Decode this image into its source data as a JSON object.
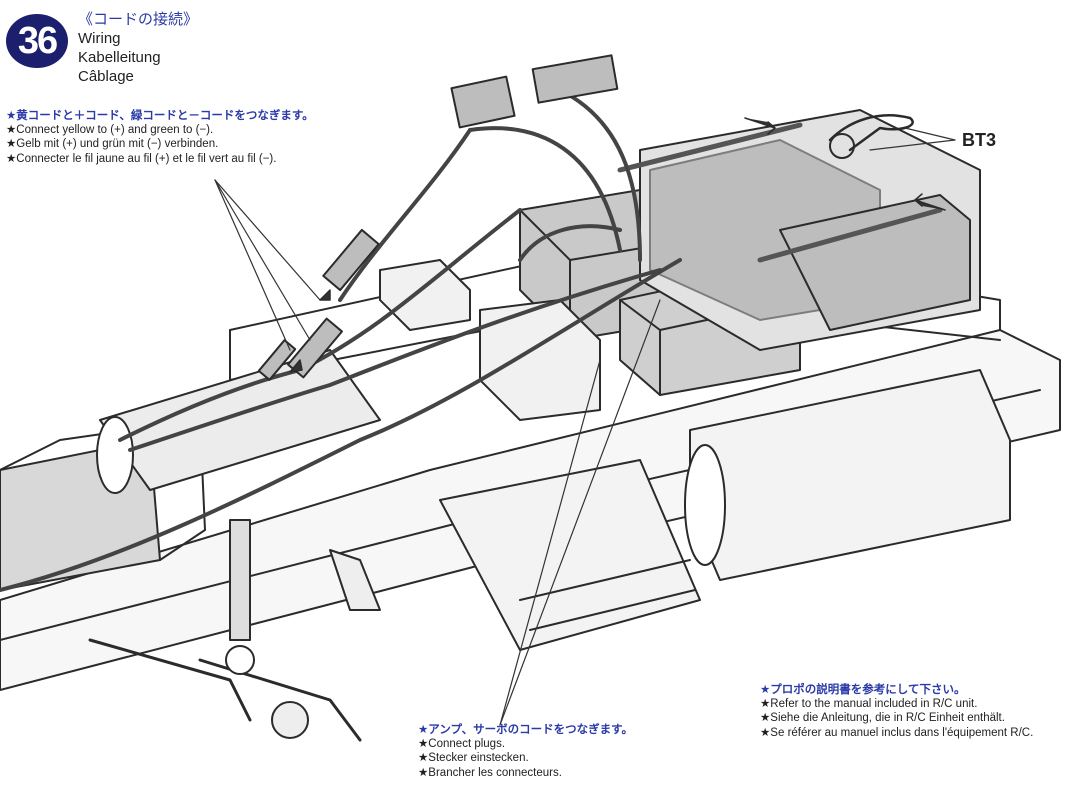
{
  "step": {
    "number": "36",
    "title_jp": "《コードの接続》",
    "title_en": "Wiring",
    "title_de": "Kabelleitung",
    "title_fr": "Câblage"
  },
  "note_top": {
    "jp": "★黄コードと＋コード、緑コードと－コードをつなぎます。",
    "en": "★Connect yellow to (+) and green to (−).",
    "de": "★Gelb mit (+) und grün mit (−) verbinden.",
    "fr": "★Connecter le fil jaune au fil (+) et le fil vert au fil (−)."
  },
  "part_label": "BT3",
  "note_plugs": {
    "jp": "★アンプ、サーボのコードをつなぎます。",
    "en": "★Connect plugs.",
    "de": "★Stecker einstecken.",
    "fr": "★Brancher les connecteurs."
  },
  "note_rc": {
    "jp": "★プロポの説明書を参考にして下さい。",
    "en": "★Refer to the manual included in R/C unit.",
    "de": "★Siehe die Anleitung, die in R/C Einheit enthält.",
    "fr": "★Se référer au manuel inclus dans l'équipement R/C."
  },
  "colors": {
    "accent": "#2a3aa8",
    "badge": "#1b1f6e",
    "ink": "#222222"
  }
}
